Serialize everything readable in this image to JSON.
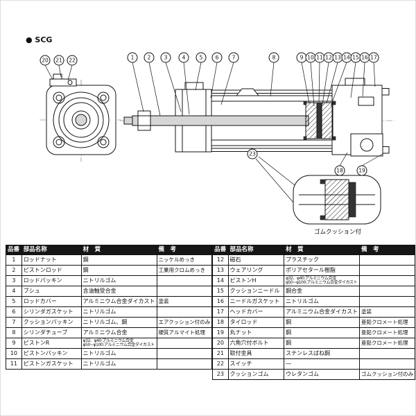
{
  "page": {
    "model_label": "● SCG",
    "detail_caption": "ゴムクッション付"
  },
  "drawing": {
    "balloons": {
      "b1": "1",
      "b2": "2",
      "b3": "3",
      "b4": "4",
      "b5": "5",
      "b6": "6",
      "b7": "7",
      "b8": "8",
      "b9": "9",
      "b10": "10",
      "b11": "11",
      "b12": "12",
      "b13": "13",
      "b14": "14",
      "b15": "15",
      "b16": "16",
      "b17": "17",
      "b18": "18",
      "b19": "19",
      "b20": "20",
      "b21": "21",
      "b22": "22",
      "b23": "23"
    }
  },
  "tables": {
    "headers": [
      "品番",
      "部品名称",
      "材　質",
      "備　考"
    ],
    "left": [
      [
        "1",
        "ロッドナット",
        "鋼",
        "ニッケルめっき"
      ],
      [
        "2",
        "ピストンロッド",
        "鋼",
        "工業用クロムめっき"
      ],
      [
        "3",
        "ロッドパッキン",
        "ニトリルゴム",
        ""
      ],
      [
        "4",
        "ブシュ",
        "含油軸受合金",
        ""
      ],
      [
        "5",
        "ロッドカバー",
        "アルミニウム合金ダイカスト",
        "塗装"
      ],
      [
        "6",
        "シリンダガスケット",
        "ニトリルゴム",
        ""
      ],
      [
        "7",
        "クッションパッキン",
        "ニトリルゴム、鋼",
        "エアクッション付のみ"
      ],
      [
        "8",
        "シリンダチューブ",
        "アルミニウム合金",
        "硬質アルマイト処理"
      ],
      [
        "9",
        "ピストンR",
        "φ32、φ40:アルミニウム合金\nφ50~φ100:アルミニウム合金ダイカスト",
        ""
      ],
      [
        "10",
        "ピストンパッキン",
        "ニトリルゴム",
        ""
      ],
      [
        "11",
        "ピストンガスケット",
        "ニトリルゴム",
        ""
      ]
    ],
    "right": [
      [
        "12",
        "磁石",
        "プラスチック",
        ""
      ],
      [
        "13",
        "ウェアリング",
        "ポリアセタール樹脂",
        ""
      ],
      [
        "14",
        "ピストンH",
        "φ32、φ40:アルミニウム合金\nφ50~φ100:アルミニウム合金ダイカスト",
        ""
      ],
      [
        "15",
        "クッションニードル",
        "鋼合金",
        ""
      ],
      [
        "16",
        "ニードルガスケット",
        "ニトリルゴム",
        ""
      ],
      [
        "17",
        "ヘッドカバー",
        "アルミニウム合金ダイカスト",
        "塗装"
      ],
      [
        "18",
        "タイロッド",
        "鋼",
        "亜鉛クロメート処理"
      ],
      [
        "19",
        "丸ナット",
        "鋼",
        "亜鉛クロメート処理"
      ],
      [
        "20",
        "六角穴付ボルト",
        "鋼",
        "亜鉛クロメート処理"
      ],
      [
        "21",
        "取付金具",
        "ステンレスばね鋼",
        ""
      ],
      [
        "22",
        "スイッチ",
        "―",
        ""
      ],
      [
        "23",
        "クッションゴム",
        "ウレタンゴム",
        "ゴムクッション付のみ"
      ]
    ]
  }
}
